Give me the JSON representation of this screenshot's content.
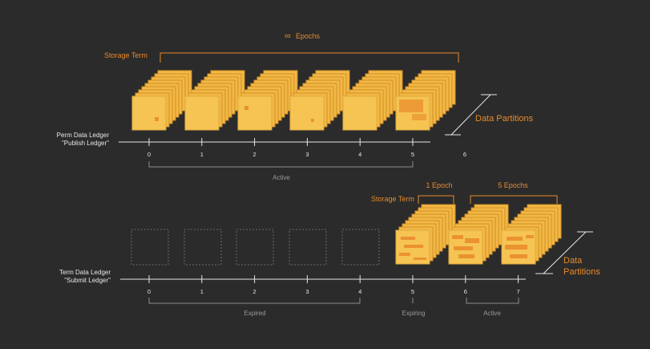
{
  "colors": {
    "background": "#2b2b2b",
    "accent": "#e98a2b",
    "tile_yellow": "#f6c453",
    "tile_stroke": "#e0a93c",
    "line_white": "#e6e6e6",
    "line_gray": "#8c8c8c",
    "empty_stroke": "#6a6a6a"
  },
  "top": {
    "storage_term_label": "Storage Term",
    "infinity_symbol": "∞",
    "epochs_label": "Epochs",
    "ledger_name_line1": "Perm Data Ledger",
    "ledger_name_line2": "\"Publish Ledger\"",
    "ticks": [
      "0",
      "1",
      "2",
      "3",
      "4",
      "5",
      "6"
    ],
    "active_label": "Active",
    "partitions_label": "Data Partitions"
  },
  "bottom": {
    "storage_term_label": "Storage Term",
    "epoch_1_label": "1 Epoch",
    "epoch_5_label": "5 Epochs",
    "ledger_name_line1": "Term Data Ledger",
    "ledger_name_line2": "\"Submit Ledger\"",
    "ticks": [
      "0",
      "1",
      "2",
      "3",
      "4",
      "5",
      "6",
      "7"
    ],
    "expired_label": "Expired",
    "expiring_label": "Expiring",
    "active_label": "Active",
    "partitions_label_line1": "Data",
    "partitions_label_line2": "Partitions"
  }
}
